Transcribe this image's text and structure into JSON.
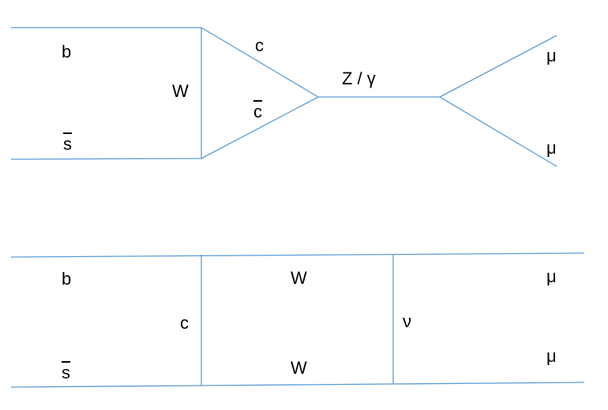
{
  "colors": {
    "line": "#5b9bd5",
    "text": "#000000",
    "background": "#ffffff"
  },
  "diagram_top": {
    "labels": {
      "b": "b",
      "s_bar": "s",
      "w": "W",
      "c": "c",
      "c_bar": "c",
      "z_gamma": "Z / γ",
      "mu_upper": "μ",
      "mu_lower": "μ"
    }
  },
  "diagram_bottom": {
    "labels": {
      "b": "b",
      "s_bar": "s",
      "c": "c",
      "w_upper": "W",
      "w_lower": "W",
      "nu": "ν",
      "mu_upper": "μ",
      "mu_lower": "μ"
    }
  }
}
